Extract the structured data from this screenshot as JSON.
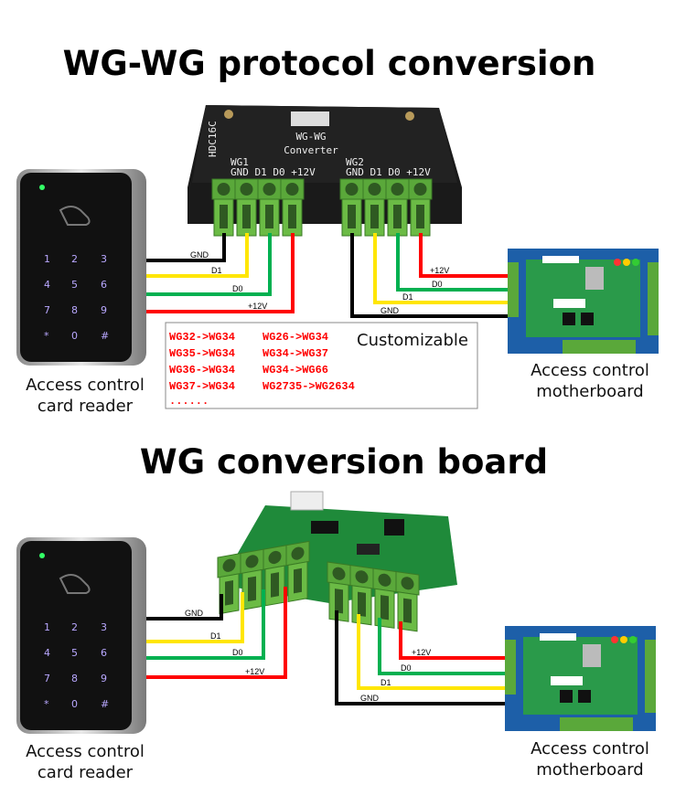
{
  "top": {
    "title": "WG-WG protocol conversion",
    "converter": {
      "model": "HDC16C",
      "line1": "WG-WG",
      "line2": "Converter",
      "port1": "WG1",
      "port2": "WG2",
      "pins": "GND D1 D0 +12V"
    },
    "wires_left": [
      "GND",
      "D1",
      "D0",
      "+12V"
    ],
    "wires_right": [
      "+12V",
      "D0",
      "D1",
      "GND"
    ],
    "reader_caption": [
      "Access control",
      "card reader"
    ],
    "board_caption": [
      "Access control",
      "motherboard"
    ],
    "conversions": {
      "col1": [
        "WG32->WG34",
        "WG35->WG34",
        "WG36->WG34",
        "WG37->WG34"
      ],
      "col2": [
        "WG26->WG34",
        "WG34->WG37",
        "WG34->WG66",
        "WG2735->WG2634"
      ],
      "more": "......",
      "note": "Customizable"
    }
  },
  "bottom": {
    "title": "WG conversion board",
    "wires_left": [
      "GND",
      "D1",
      "D0",
      "+12V"
    ],
    "wires_right": [
      "+12V",
      "D0",
      "D1",
      "GND"
    ],
    "reader_caption": [
      "Access control",
      "card reader"
    ],
    "board_caption": [
      "Access control",
      "motherboard"
    ]
  },
  "keypad": [
    "1",
    "2",
    "3",
    "4",
    "5",
    "6",
    "7",
    "8",
    "9",
    "*",
    "0",
    "#"
  ],
  "colors": {
    "gnd": "#000000",
    "d1": "#ffe600",
    "d0": "#00b050",
    "v12": "#ff0000",
    "terminal": "#5aa83a",
    "board": "#1d5fa8"
  }
}
